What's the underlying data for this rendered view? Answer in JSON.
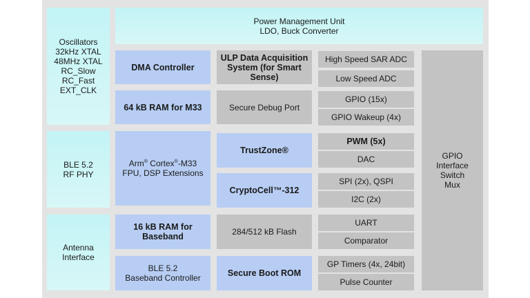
{
  "blocks": {
    "osc": "Oscillators\n32kHz XTAL\n48MHz XTAL\nRC_Slow\nRC_Fast\nEXT_CLK",
    "pmu": "Power Management Unit\nLDO, Buck Converter",
    "ble_phy": "BLE 5.2\nRF PHY",
    "antenna": "Antenna\nInterface",
    "dma": "DMA Controller",
    "ram_m33": "64 kB RAM for M33",
    "cpu": {
      "line1_a": "Arm",
      "reg": "®",
      "line1_b": " Cortex",
      "line1_c": "-M33",
      "line2": "FPU, DSP Extensions"
    },
    "ram_bb": "16 kB RAM for\nBaseband",
    "bb_ctrl": "BLE 5.2\nBaseband Controller",
    "ulp": "ULP Data Acquisition\nSystem (for Smart\nSense)",
    "debug": "Secure Debug Port",
    "trustzone": "TrustZone®",
    "cryptocell": "CryptoCell™-312",
    "flash": "284/512 kB Flash",
    "boot_rom": "Secure Boot ROM",
    "hs_adc": "High Speed SAR ADC",
    "ls_adc": "Low Speed ADC",
    "gpio": "GPIO (15x)",
    "gpio_wake": "GPIO Wakeup (4x)",
    "pwm": "PWM (5x)",
    "dac": "DAC",
    "spi": "SPI (2x), QSPI",
    "i2c": "I2C (2x)",
    "uart": "UART",
    "comparator": "Comparator",
    "timers": "GP Timers (4x, 24bit)",
    "pulse": "Pulse Counter",
    "gpio_mux": "GPIO\nInterface\nSwitch\nMux"
  }
}
